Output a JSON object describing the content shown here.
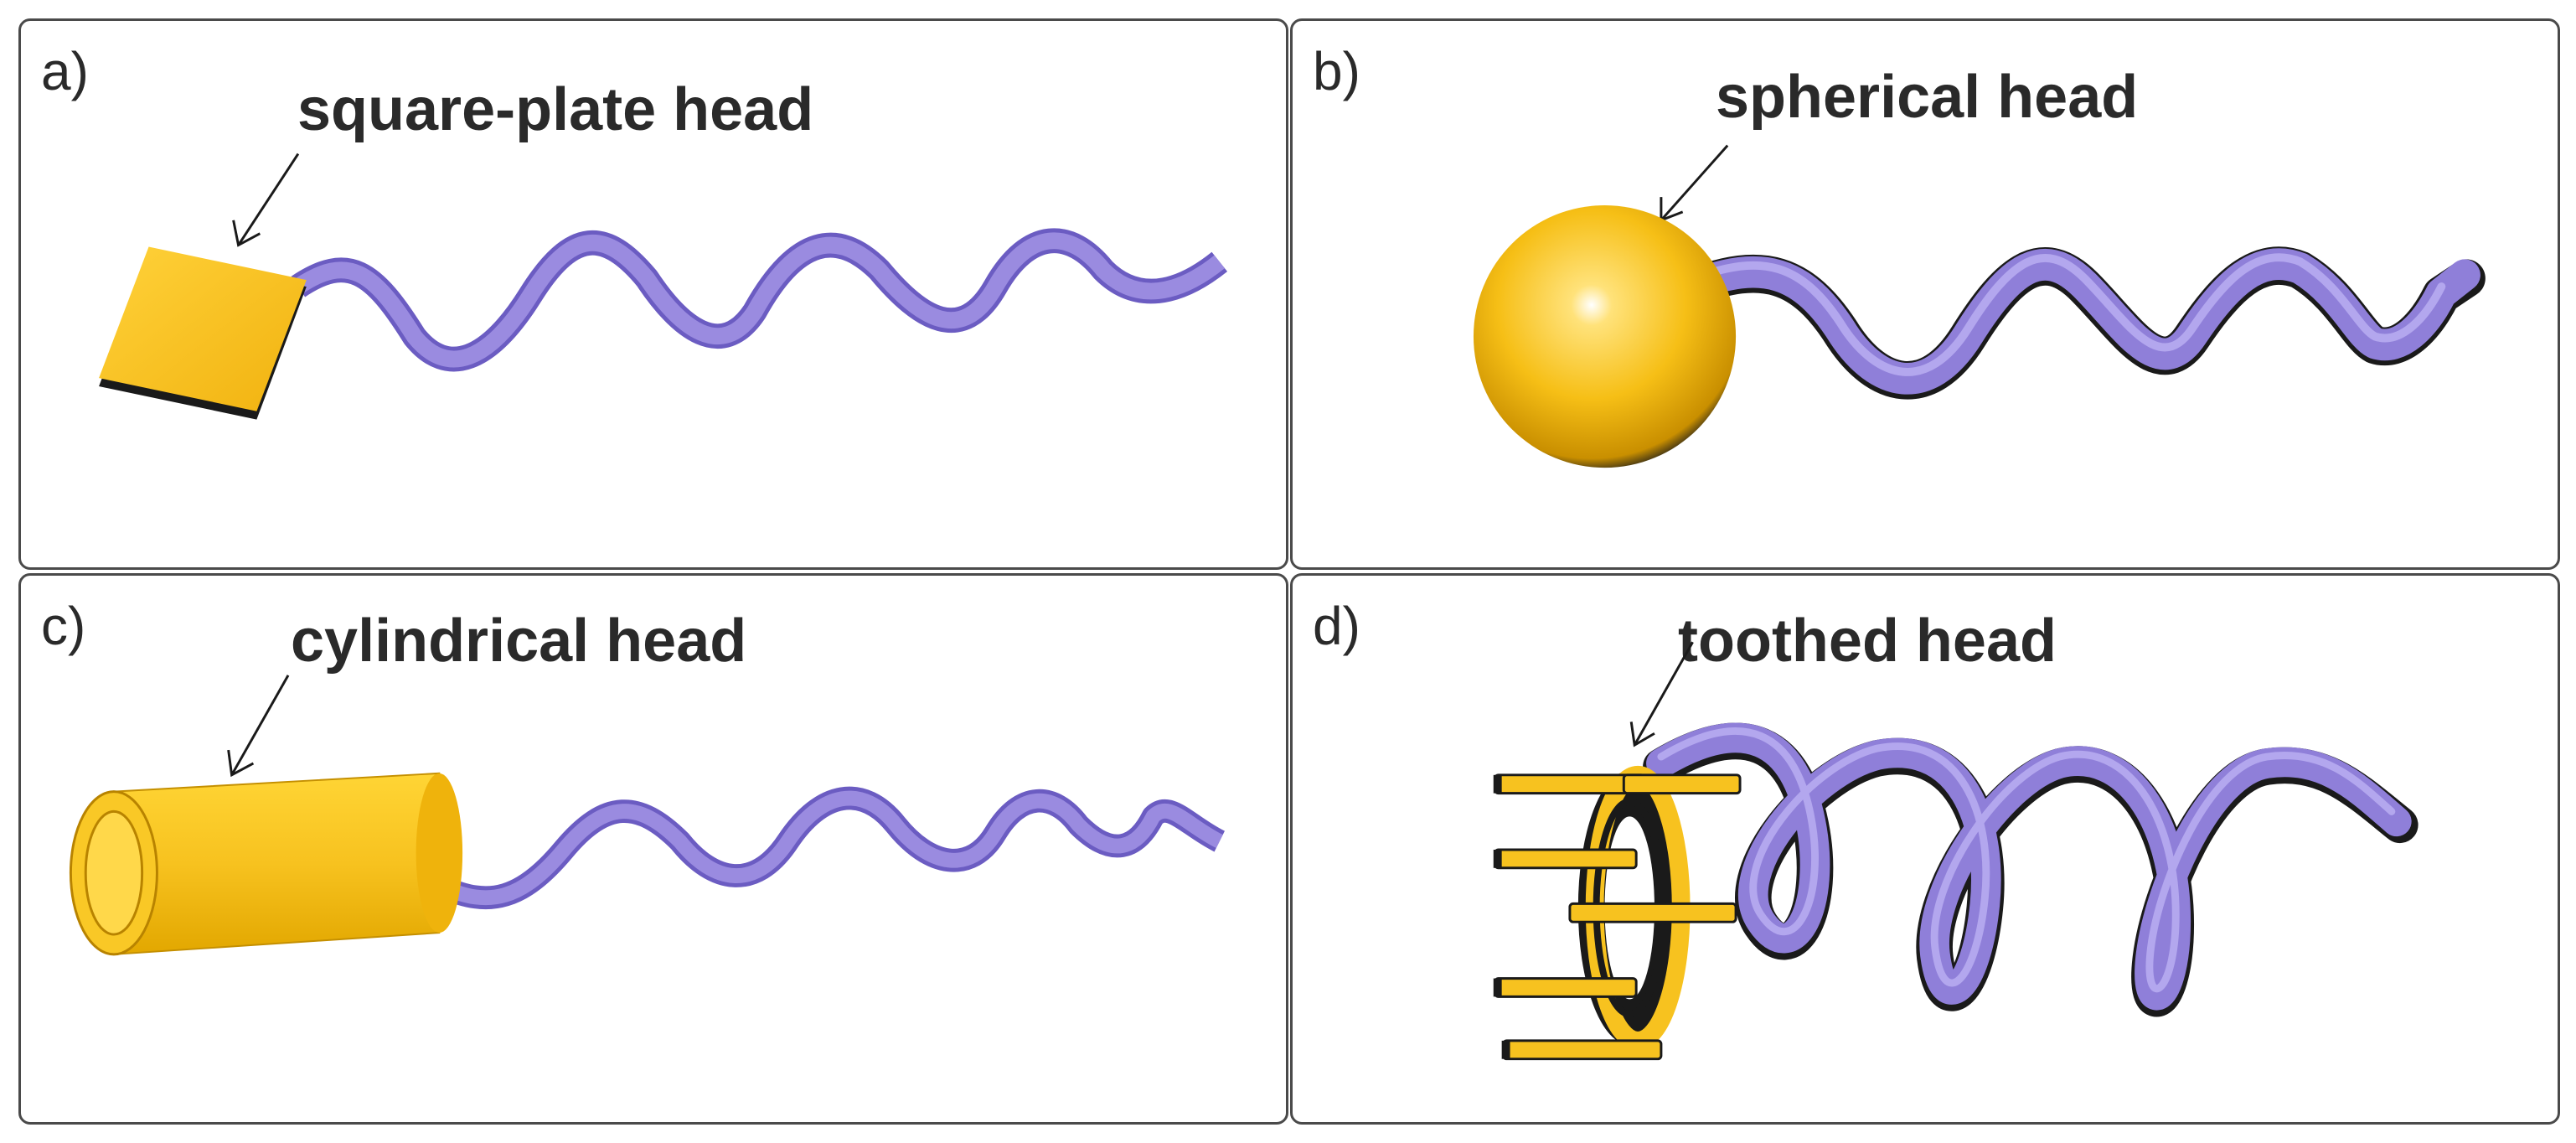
{
  "panels": [
    {
      "letter": "a)",
      "head_label": "square-plate head"
    },
    {
      "letter": "b)",
      "head_label": "spherical head"
    },
    {
      "letter": "c)",
      "head_label": "cylindrical head"
    },
    {
      "letter": "d)",
      "head_label": "toothed head"
    }
  ],
  "colors": {
    "head_gold": "#f7c21f",
    "helix_purple": "#8f7fd9",
    "border": "#4a4a4a",
    "text": "#2a2a2a"
  }
}
